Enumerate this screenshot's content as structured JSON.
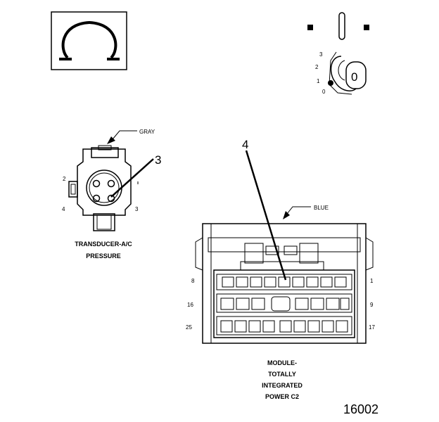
{
  "meter": {
    "symbol": "Ω",
    "icon": "ohmmeter-omega-icon"
  },
  "ignition": {
    "icon": "ignition-key-switch-icon",
    "positions": [
      "3",
      "2",
      "1",
      "0"
    ],
    "key_label": "0"
  },
  "transducer": {
    "color_label": "GRAY",
    "callout": "3",
    "pin_labels": {
      "top_left": "2",
      "bottom_left": "4",
      "bottom_right": "3"
    },
    "name_line1": "TRANSDUCER-A/C",
    "name_line2": "PRESSURE"
  },
  "module": {
    "color_label": "BLUE",
    "callout": "4",
    "pin_labels": {
      "row1_left": "8",
      "row1_right": "1",
      "row2_left": "16",
      "row2_right": "9",
      "row3_left": "25",
      "row3_right": "17"
    },
    "name_lines": [
      "MODULE-",
      "TOTALLY",
      "INTEGRATED",
      "POWER C2"
    ]
  },
  "figure_number": "16002"
}
